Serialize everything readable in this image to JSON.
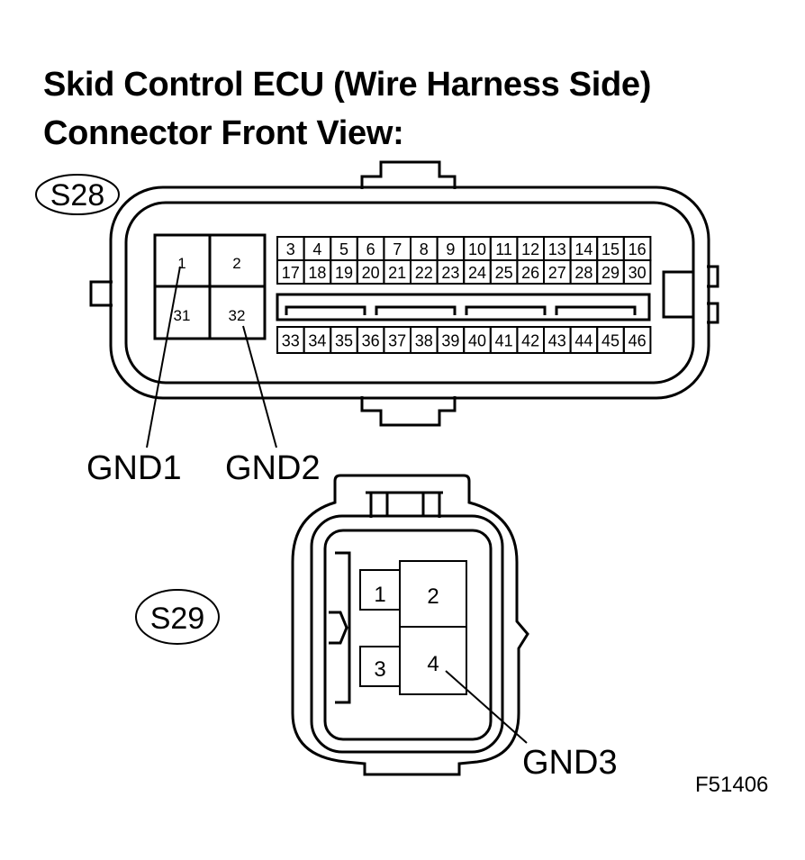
{
  "title_line1": "Skid Control ECU (Wire Harness Side)",
  "title_line2": "Connector Front View:",
  "connector_s28": {
    "id": "S28",
    "big_pins": [
      "1",
      "2",
      "31",
      "32"
    ],
    "row_top": [
      "3",
      "4",
      "5",
      "6",
      "7",
      "8",
      "9",
      "10",
      "11",
      "12",
      "13",
      "14",
      "15",
      "16"
    ],
    "row_mid": [
      "17",
      "18",
      "19",
      "20",
      "21",
      "22",
      "23",
      "24",
      "25",
      "26",
      "27",
      "28",
      "29",
      "30"
    ],
    "row_bottom": [
      "33",
      "34",
      "35",
      "36",
      "37",
      "38",
      "39",
      "40",
      "41",
      "42",
      "43",
      "44",
      "45",
      "46"
    ]
  },
  "connector_s29": {
    "id": "S29",
    "pins": [
      "1",
      "2",
      "3",
      "4"
    ]
  },
  "labels": {
    "gnd1": "GND1",
    "gnd2": "GND2",
    "gnd3": "GND3"
  },
  "figure_code": "F51406"
}
